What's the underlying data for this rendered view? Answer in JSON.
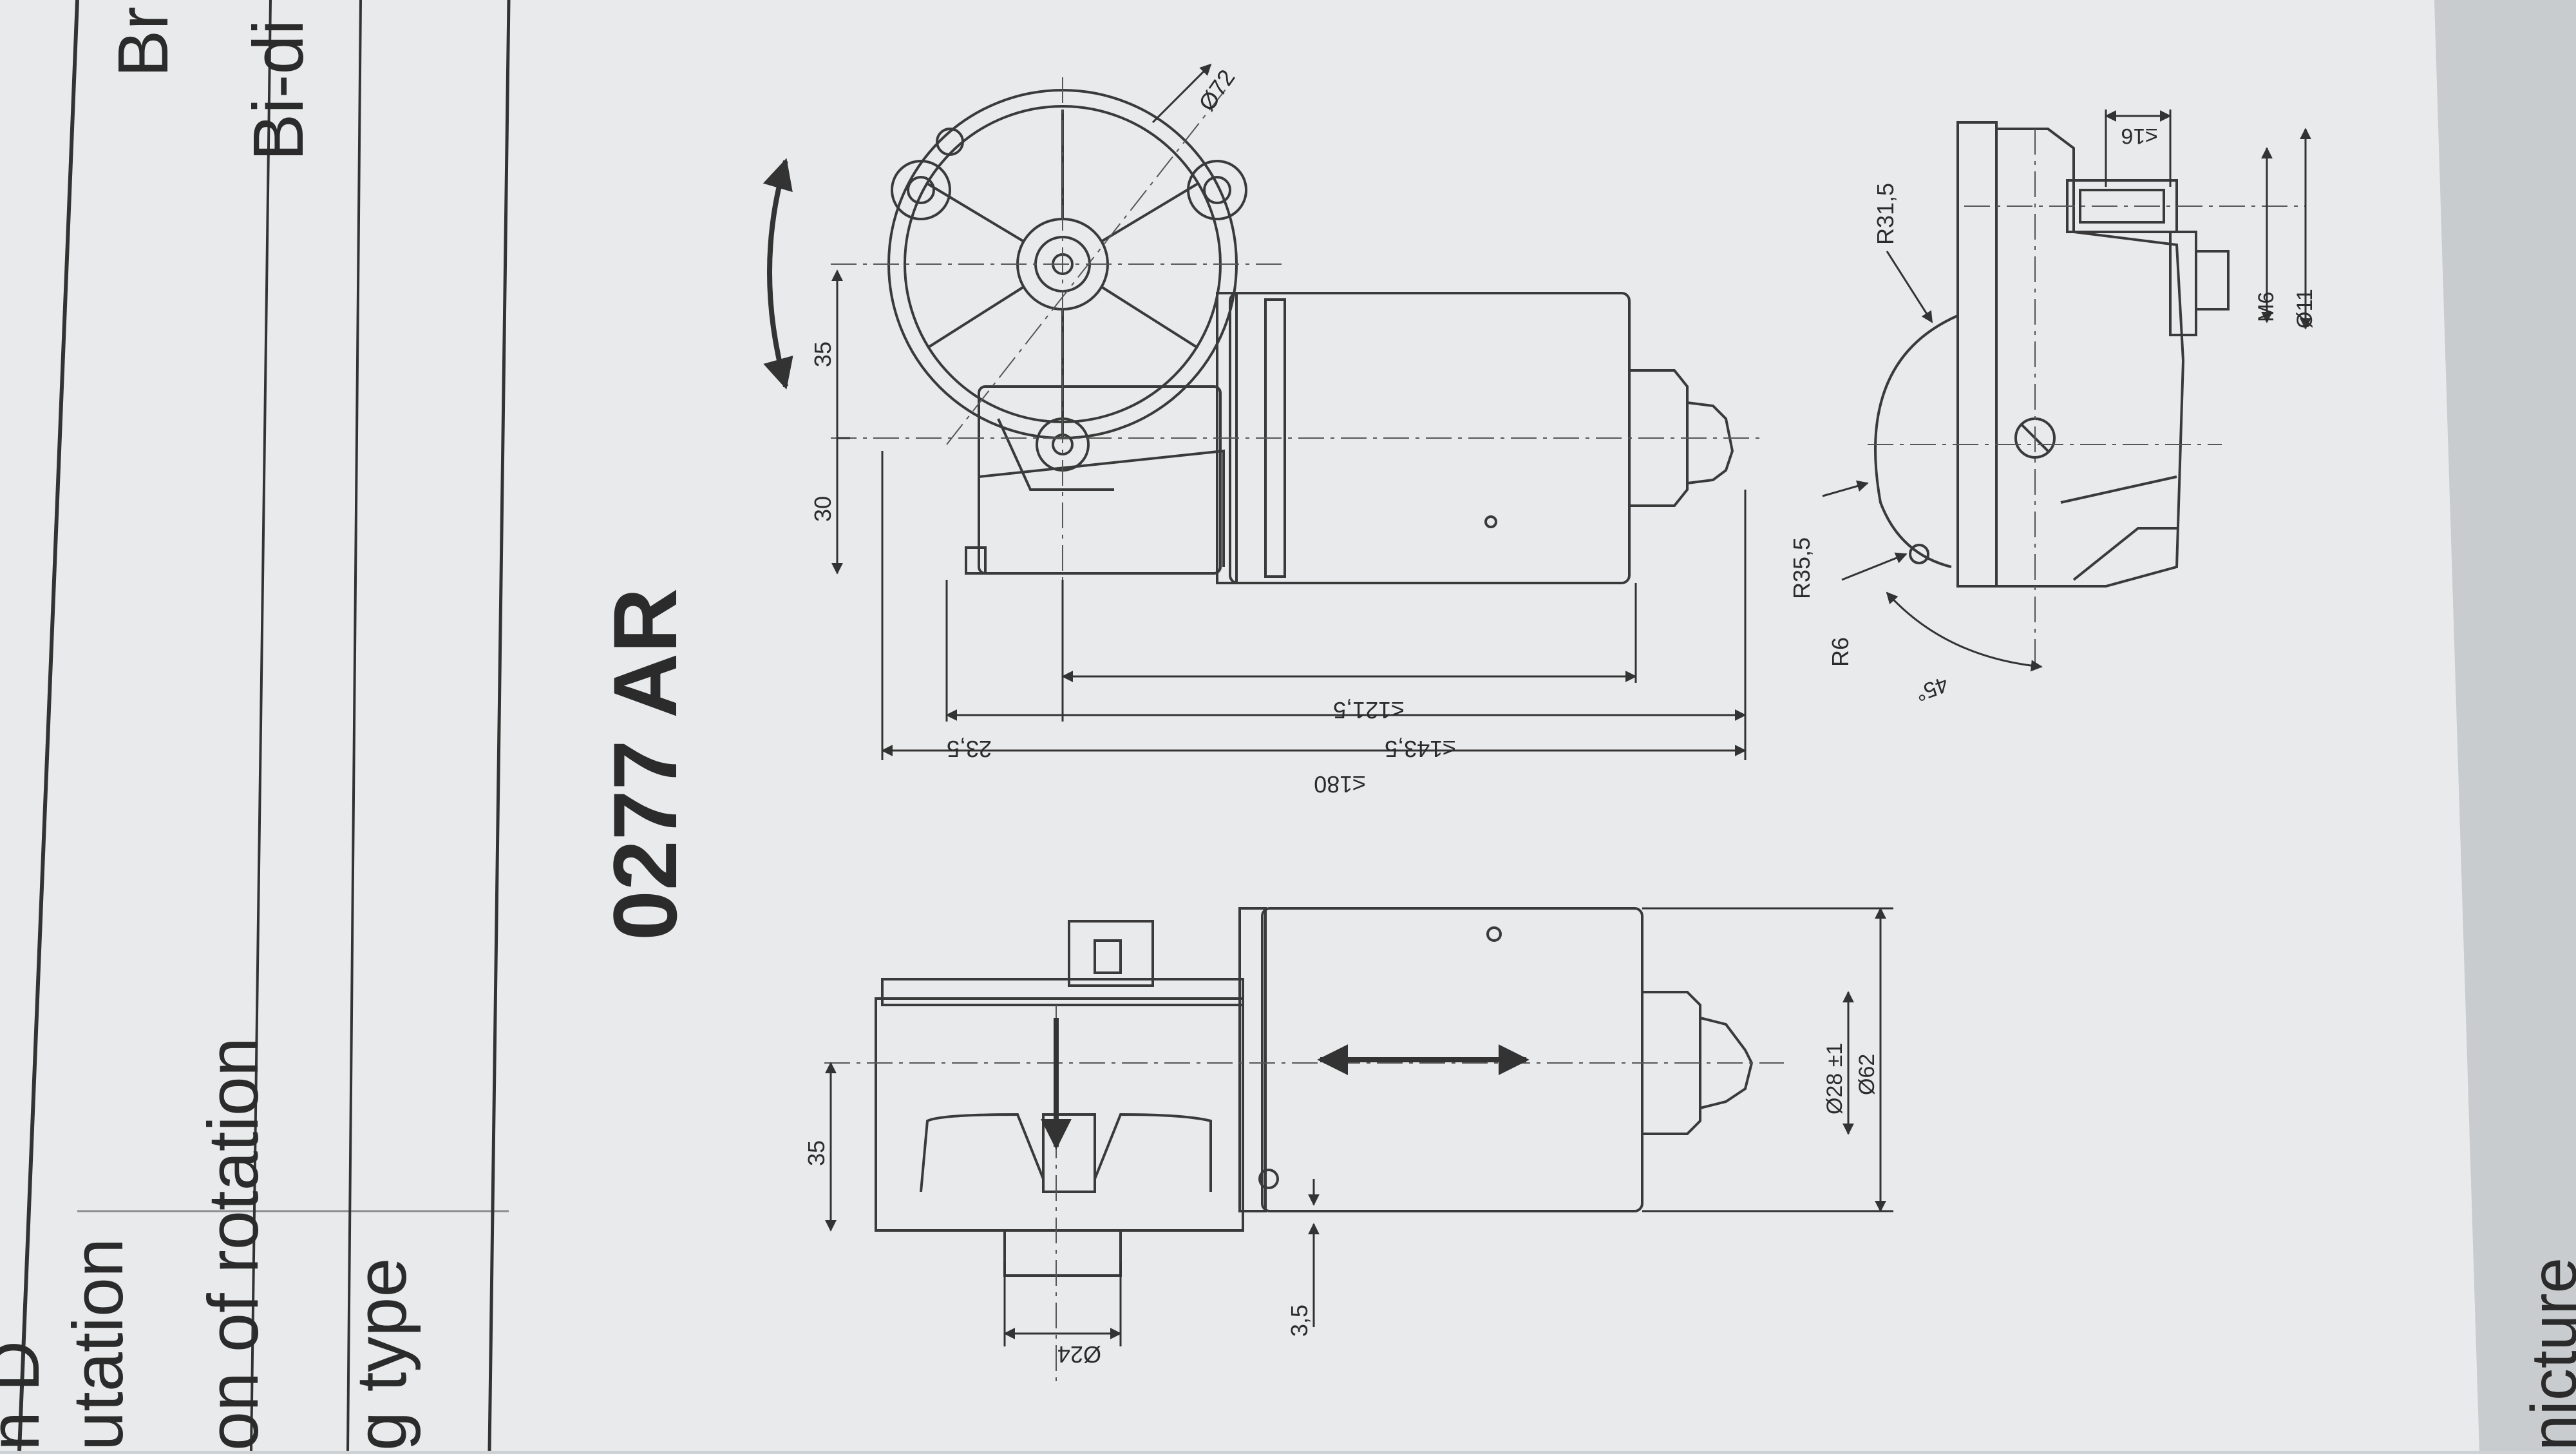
{
  "sheet": {
    "left_labels": [
      "n D",
      "utation",
      "on of rotation",
      "g type"
    ],
    "right_values": [
      "Br",
      "Bi-di"
    ],
    "bottom_right": "nicture"
  },
  "drawing": {
    "model": "0277 AR",
    "dims_top": {
      "d72": "Ø72",
      "h35": "35",
      "h30": "30",
      "l23_5": "23,5",
      "l121_5": "≤121,5",
      "l143_5": "≤143,5",
      "l180": "≤180",
      "r31_5": "R31,5",
      "s16": "≤16",
      "m6": "M6",
      "d11": "Ø11",
      "r35_5": "R35,5",
      "r6": "R6",
      "a45": "45°"
    },
    "dims_bottom": {
      "h35": "35",
      "h3_5": "3,5",
      "d24": "Ø24",
      "d28": "Ø28 ±1",
      "d62": "Ø62"
    }
  }
}
